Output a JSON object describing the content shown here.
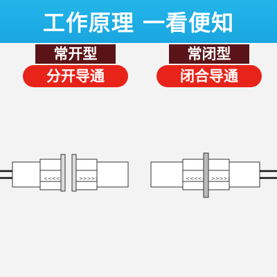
{
  "header": {
    "title": "工作原理  一看便知"
  },
  "panels": [
    {
      "type_label": "常开型",
      "state_label": "分开导通"
    },
    {
      "type_label": "常闭型",
      "state_label": "闭合导通"
    }
  ],
  "colors": {
    "banner": "#1aa6e0",
    "type_label_bg": "#5a1418",
    "state_label_bg": "#e8231a",
    "line": "#333333"
  }
}
